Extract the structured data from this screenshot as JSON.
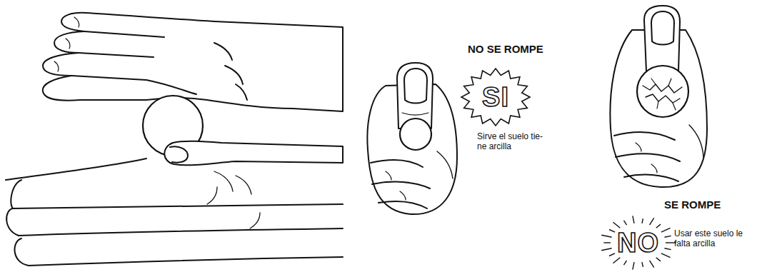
{
  "diagram": {
    "nodes": [
      {
        "text": [
          "SI"
        ]
      },
      {
        "text": [
          "NO"
        ]
      }
    ],
    "labels": [
      "NO SE ROMPE",
      "Sirve el suelo tie-ne arcilla",
      "SE ROMPE",
      "Usar este suelo le falta arcilla"
    ]
  }
}
